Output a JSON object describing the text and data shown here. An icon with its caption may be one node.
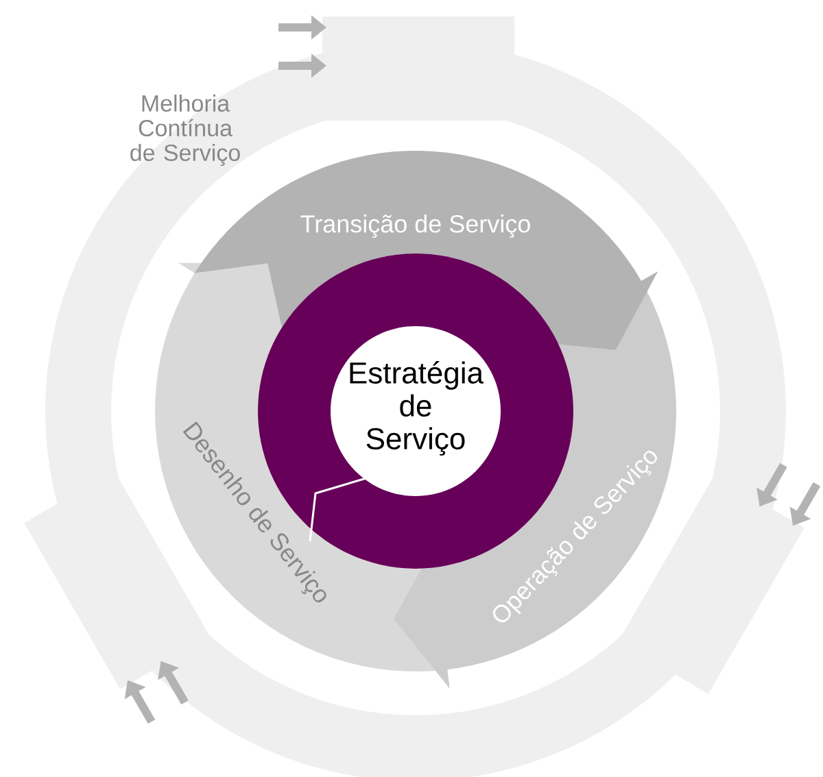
{
  "diagram": {
    "nodes": [
      {
        "text": [
          "Melhoria Contínua de Serviço"
        ]
      },
      {
        "text": [
          "Transição de Serviço"
        ],
        "in": 0
      },
      {
        "text": [
          "Operação de Serviço"
        ],
        "in": 0
      },
      {
        "text": [
          "Desenho de Serviço"
        ],
        "in": 0
      },
      {
        "text": [
          "Estratégia de Serviço"
        ],
        "in": 0
      }
    ]
  }
}
